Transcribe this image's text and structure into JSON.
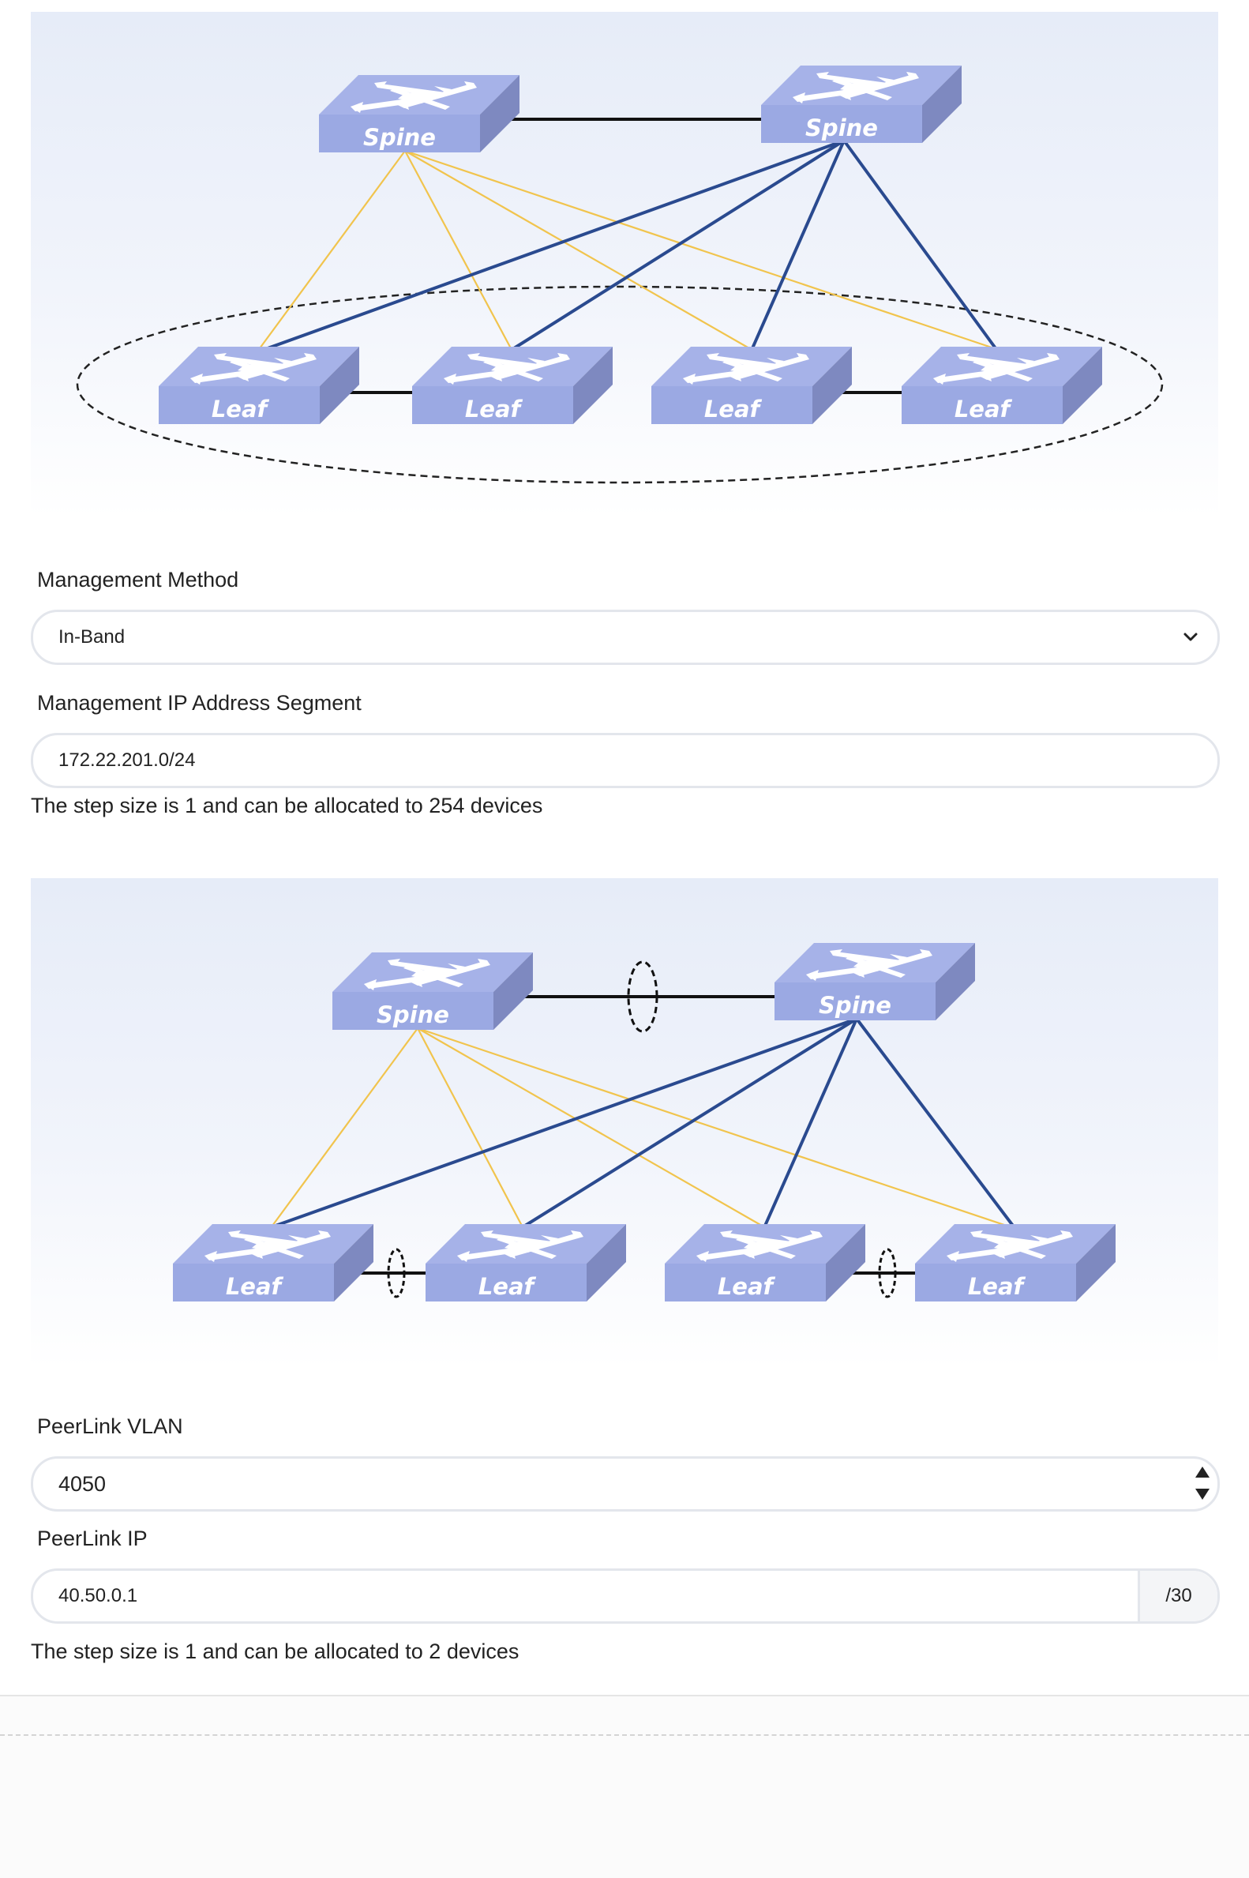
{
  "topology1": {
    "spines": [
      "Spine",
      "Spine"
    ],
    "leaves": [
      "Leaf",
      "Leaf",
      "Leaf",
      "Leaf"
    ]
  },
  "management": {
    "method_label": "Management Method",
    "method_value": "In-Band",
    "ip_label": "Management IP Address Segment",
    "ip_value": "172.22.201.0/24",
    "ip_hint": "The step size is 1 and can be allocated to 254 devices"
  },
  "topology2": {
    "spines": [
      "Spine",
      "Spine"
    ],
    "leaves": [
      "Leaf",
      "Leaf",
      "Leaf",
      "Leaf"
    ]
  },
  "peerlink": {
    "vlan_label": "PeerLink VLAN",
    "vlan_value": "4050",
    "ip_label": "PeerLink IP",
    "ip_value": "40.50.0.1",
    "ip_suffix": "/30",
    "ip_hint": "The step size is 1 and can be allocated to 2 devices"
  },
  "colors": {
    "switch_top": "#a4b0e7",
    "switch_front": "#9aa8e2",
    "switch_side": "#7d88bf",
    "link_blue": "#2a4a8f",
    "link_yellow": "#f1c44d"
  }
}
